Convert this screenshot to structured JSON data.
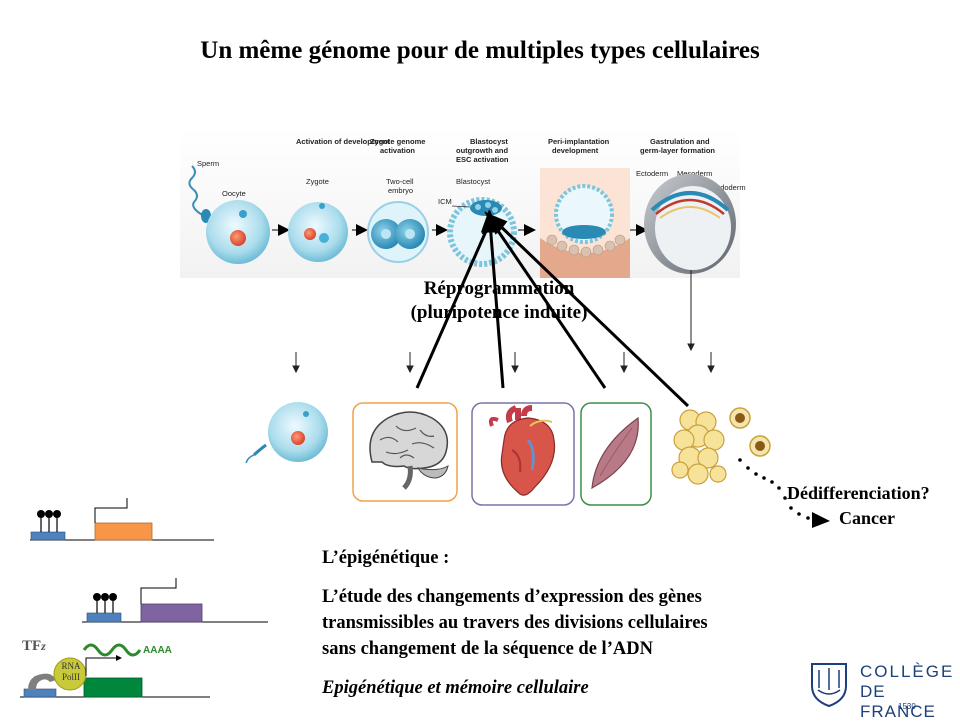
{
  "slide": {
    "title": "Un même génome pour de multiples types cellulaires"
  },
  "development": {
    "stages": [
      {
        "header": "",
        "cell": "Oocyte",
        "extra": "Sperm"
      },
      {
        "header": "Activation of development",
        "cell": "Zygote"
      },
      {
        "header": "Zygote genome activation",
        "cell": "Two-cell embryo"
      },
      {
        "header": "Blastocyst outgrowth and ESC activation",
        "cell": "Blastocyst",
        "extra": "ICM"
      },
      {
        "header": "Peri-implantation development",
        "cell": ""
      },
      {
        "header": "Gastrulation and germ-layer formation",
        "cell": "",
        "layers": [
          "Ectoderm",
          "Mesoderm",
          "Endoderm"
        ]
      }
    ]
  },
  "reprogramming": {
    "line1": "Réprogrammation",
    "line2": "(pluripotence induite)"
  },
  "cell_types": [
    "germ-cell",
    "brain",
    "heart",
    "muscle",
    "adipose"
  ],
  "dedifferentiation": {
    "line1": "Dédifferenciation?",
    "line2": "Cancer"
  },
  "epigenetics": {
    "heading": "L’épigénétique :",
    "definition": [
      "L’étude des changements d’expression des gènes",
      "transmissibles au travers des divisions cellulaires",
      "sans changement de la séquence de l’ADN"
    ],
    "subtitle": "Epigénétique et mémoire cellulaire"
  },
  "gene_diagram": {
    "tf_label": "TF",
    "tf_sub": "z",
    "polymerase": [
      "RNA",
      "PolII"
    ],
    "polya": "AAAA",
    "colors": {
      "gene1": "#f79646",
      "gene2": "#8064a2",
      "gene3": "#00873e",
      "promoter": "#4f81bd"
    }
  },
  "logo": {
    "line1": "COLLÈGE",
    "line2": "DE FRANCE",
    "year": "1530",
    "color": "#1d3f7a"
  }
}
